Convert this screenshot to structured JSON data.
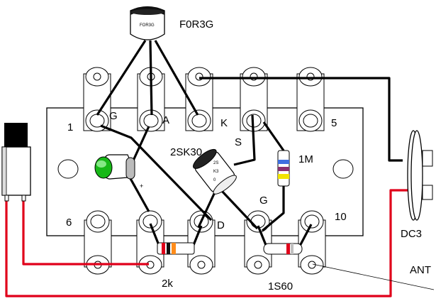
{
  "terminal_numbers": {
    "t1": "1",
    "t5": "5",
    "t6": "6",
    "t10": "10"
  },
  "components": {
    "scr": {
      "marking": "FOR3G",
      "label": "F0R3G",
      "pin_g": "G",
      "pin_a": "A",
      "pin_k": "K"
    },
    "fet": {
      "label": "2SK30",
      "marking_line1": "2S",
      "marking_line2": "K3",
      "marking_line3": "0",
      "pin_s": "S",
      "pin_g": "G",
      "pin_d": "D"
    },
    "resistor_1m": {
      "label": "1M"
    },
    "resistor_2k": {
      "label": "2k"
    },
    "diode": {
      "label": "1S60"
    },
    "led": {
      "polarity": "+"
    },
    "battery_connector": {
      "label": "DC3"
    },
    "antenna": {
      "label": "ANT"
    }
  },
  "colors": {
    "wire_black": "#000000",
    "wire_red": "#e0001a",
    "led_green": "#17b817",
    "resistor_1m_bands": [
      "#3f6fe0",
      "#8a3070",
      "#f2e400"
    ],
    "resistor_2k_bands": [
      "#e0001a",
      "#111111",
      "#ff8c1a"
    ],
    "diode_band": "#e0001a"
  }
}
